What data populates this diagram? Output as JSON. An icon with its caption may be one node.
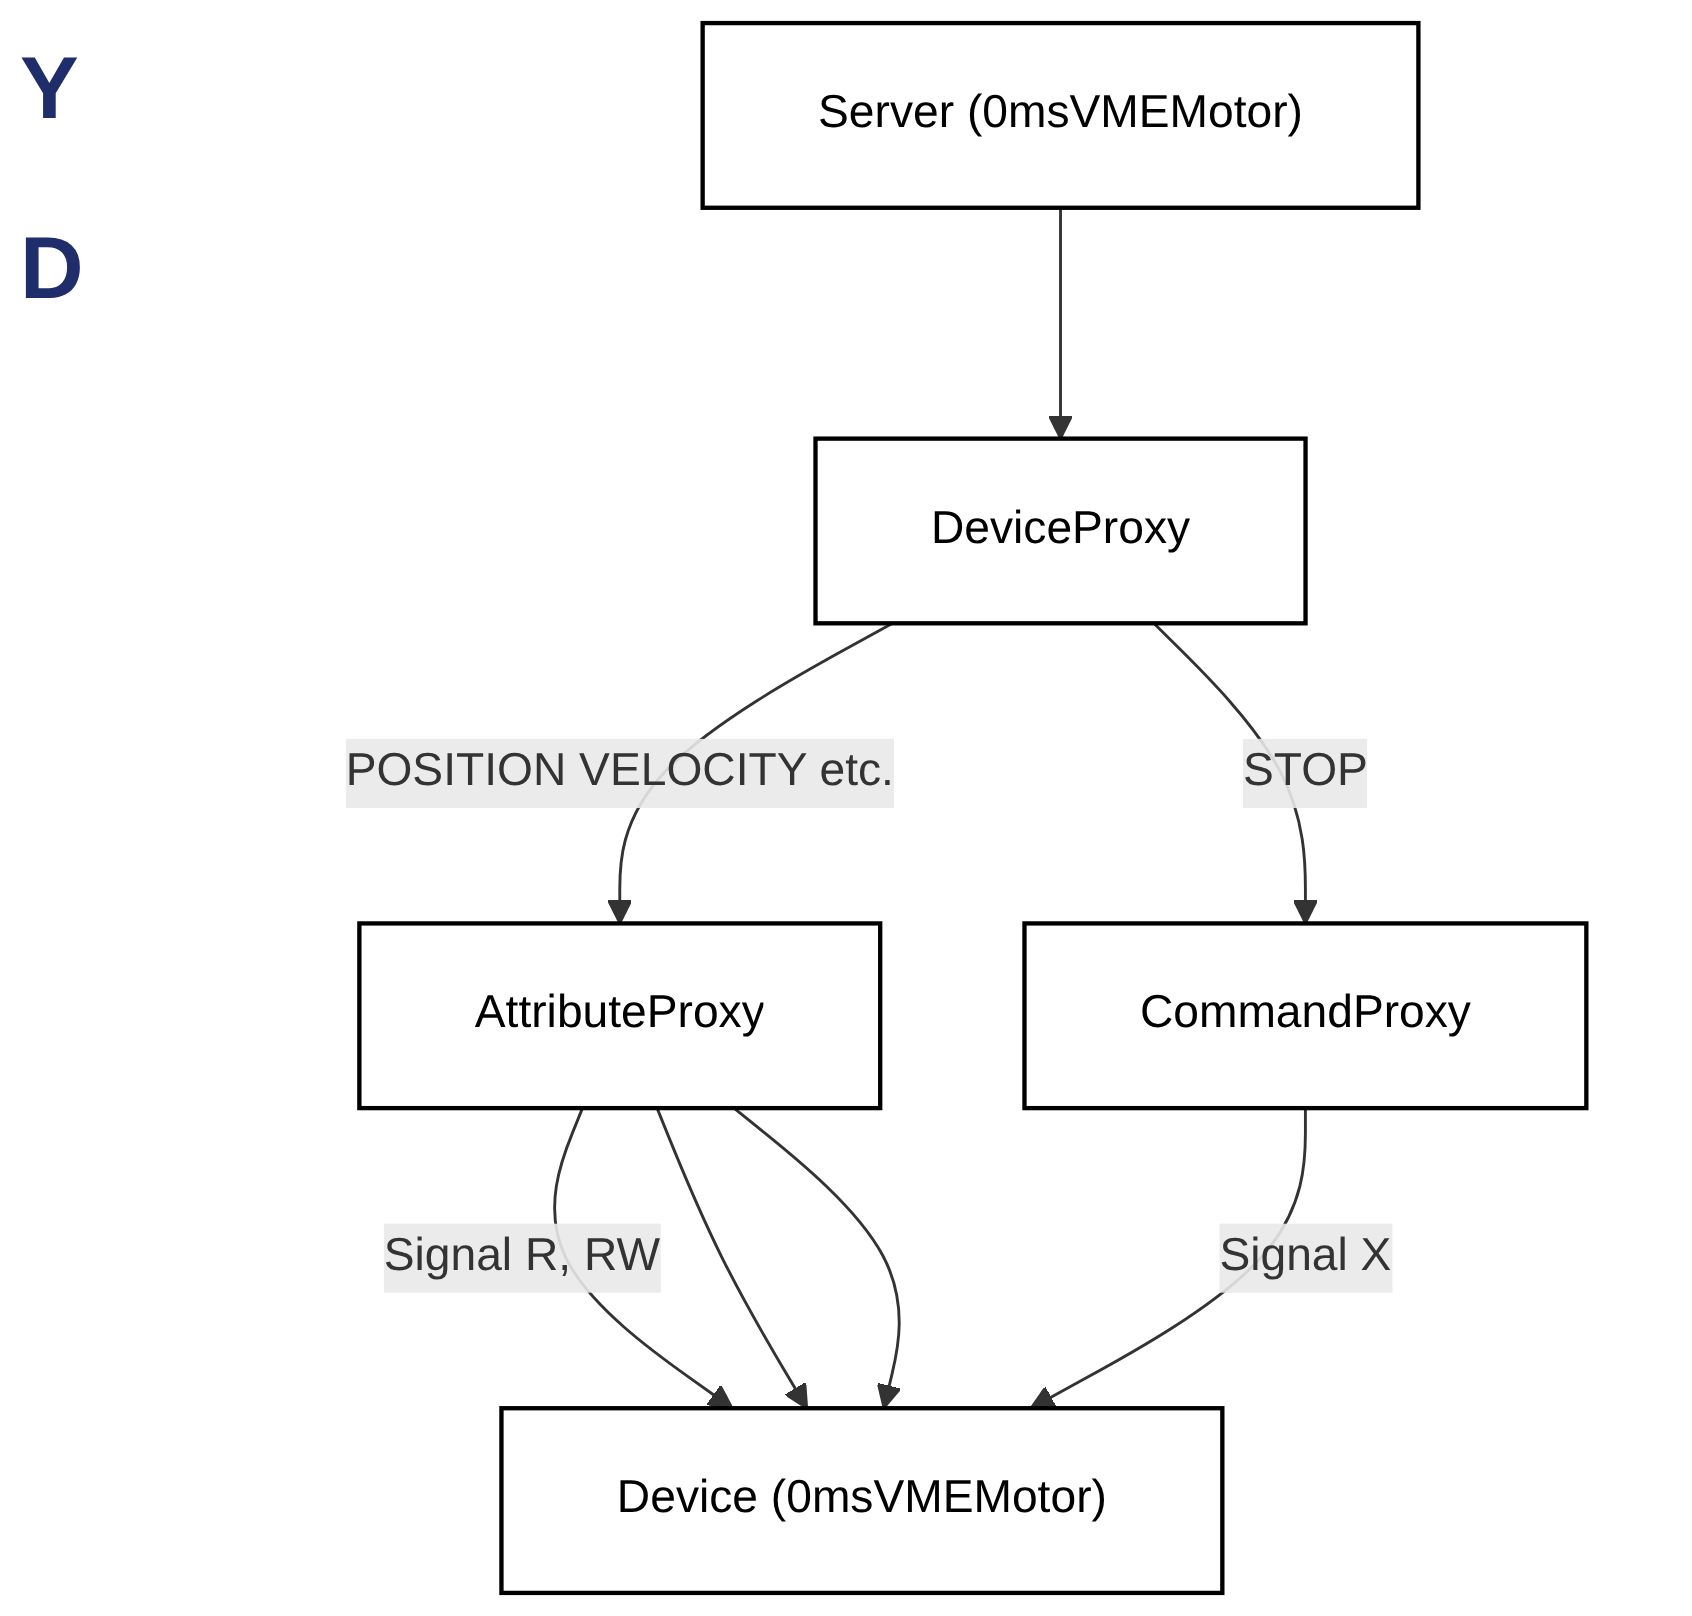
{
  "diagram": {
    "nodes": [
      {
        "text": [
          "Server (0msVMEMotor)"
        ]
      },
      {
        "text": [
          "DeviceProxy"
        ]
      },
      {
        "text": [
          "AttributeProxy"
        ]
      },
      {
        "text": [
          "CommandProxy"
        ]
      },
      {
        "text": [
          "Device (0msVMEMotor)"
        ]
      }
    ],
    "edges": [
      {
        "from": 0,
        "to": 1,
        "arrow": "to"
      },
      {
        "from": 1,
        "to": 2,
        "arrow": "to",
        "label": "POSITION VELOCITY etc."
      },
      {
        "from": 1,
        "to": 3,
        "arrow": "to",
        "label": "STOP"
      },
      {
        "from": 2,
        "to": 4,
        "arrow": "to",
        "label": "Signal R, RW"
      },
      {
        "from": 2,
        "to": 4,
        "arrow": "to"
      },
      {
        "from": 2,
        "to": 4,
        "arrow": "to"
      },
      {
        "from": 3,
        "to": 4,
        "arrow": "to",
        "label": "Signal X"
      }
    ],
    "labels": [
      "Y",
      "D"
    ]
  }
}
